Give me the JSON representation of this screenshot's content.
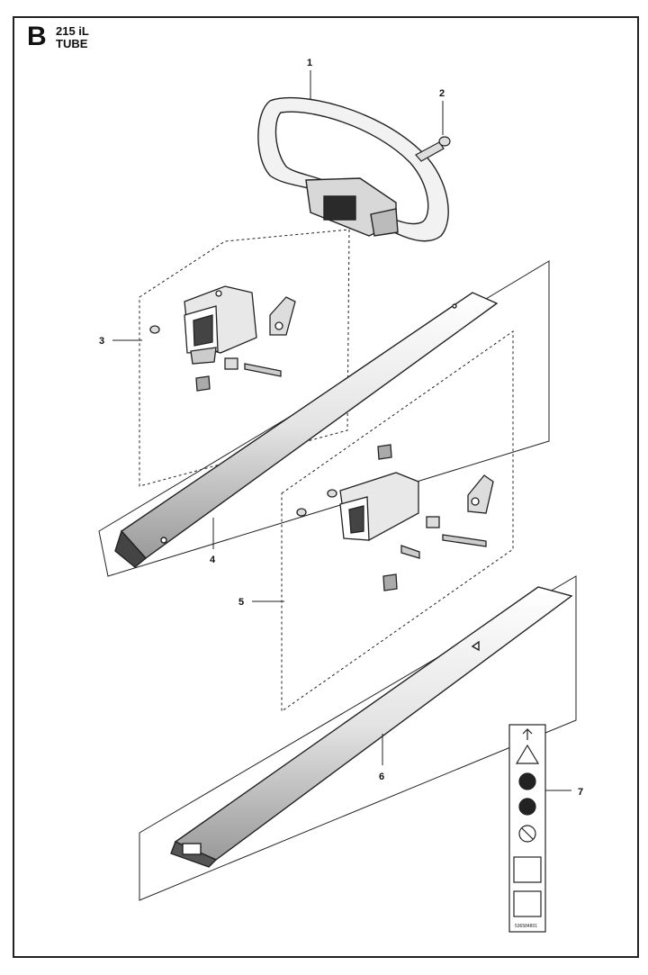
{
  "header": {
    "letter": "B",
    "model": "215 iL",
    "title": "TUBE"
  },
  "callouts": [
    {
      "id": "1",
      "label": "1"
    },
    {
      "id": "2",
      "label": "2"
    },
    {
      "id": "3",
      "label": "3"
    },
    {
      "id": "4",
      "label": "4"
    },
    {
      "id": "5",
      "label": "5"
    },
    {
      "id": "6",
      "label": "6"
    },
    {
      "id": "7",
      "label": "7"
    }
  ],
  "decal": {
    "part_number": "536584801"
  },
  "icons": [
    "arrow-up-icon",
    "warning-triangle-icon",
    "read-manual-icon",
    "ear-eye-protection-icon",
    "no-bystanders-icon",
    "safety-distance-icon",
    "assembly-diagram-icon"
  ]
}
